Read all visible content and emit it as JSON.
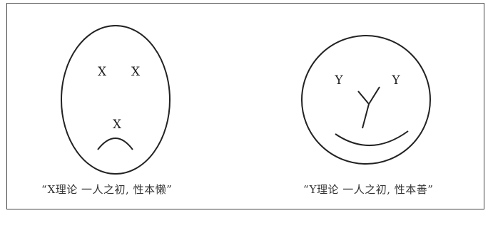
{
  "faces": {
    "x_face": {
      "left_eye": "X",
      "right_eye": "X",
      "nose": "X",
      "caption": "“X理论 一人之初, 性本懒”"
    },
    "y_face": {
      "left_eye": "Y",
      "right_eye": "Y",
      "nose": "Y",
      "caption": "“Y理论 一人之初, 性本善”"
    }
  },
  "colors": {
    "ink": "#222222",
    "frame": "#444444",
    "background": "#ffffff"
  }
}
